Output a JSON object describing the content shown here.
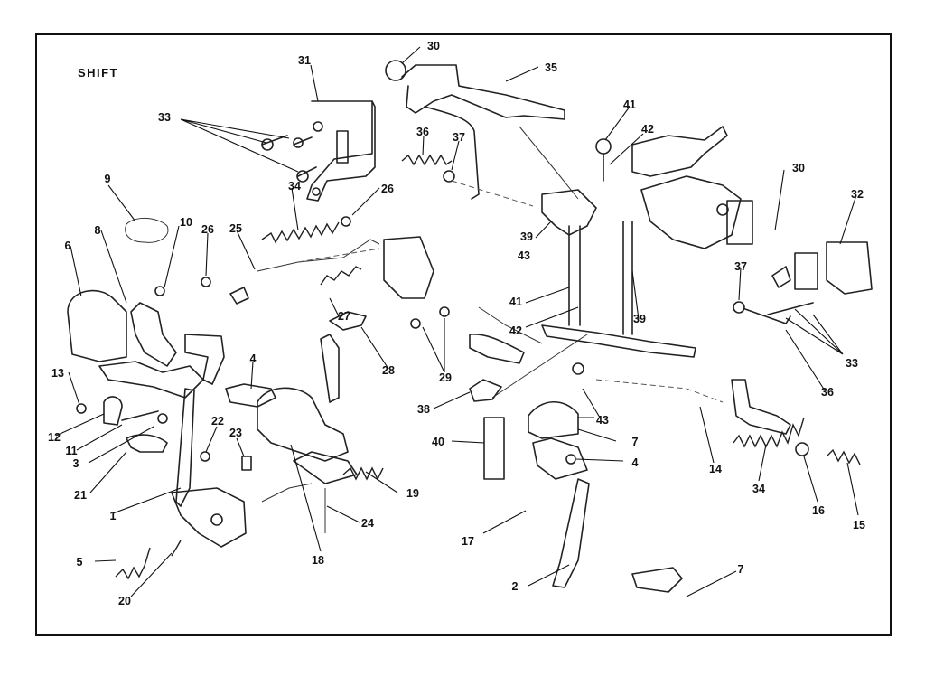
{
  "title": "SHIFT",
  "labels": {
    "l1": "1",
    "l2": "2",
    "l3": "3",
    "l4a": "4",
    "l4b": "4",
    "l5": "5",
    "l6": "6",
    "l7a": "7",
    "l7b": "7",
    "l8": "8",
    "l9": "9",
    "l10": "10",
    "l11": "11",
    "l12": "12",
    "l13": "13",
    "l14": "14",
    "l15": "15",
    "l16": "16",
    "l17": "17",
    "l18": "18",
    "l19": "19",
    "l20": "20",
    "l21": "21",
    "l22": "22",
    "l23": "23",
    "l24": "24",
    "l25": "25",
    "l26a": "26",
    "l26b": "26",
    "l27": "27",
    "l28": "28",
    "l29": "29",
    "l30a": "30",
    "l30b": "30",
    "l31": "31",
    "l32": "32",
    "l33a": "33",
    "l33b": "33",
    "l34a": "34",
    "l34b": "34",
    "l35": "35",
    "l36a": "36",
    "l36b": "36",
    "l37a": "37",
    "l37b": "37",
    "l38": "38",
    "l39a": "39",
    "l39b": "39",
    "l40": "40",
    "l41a": "41",
    "l41b": "41",
    "l42a": "42",
    "l42b": "42",
    "l43a": "43",
    "l43b": "43"
  }
}
